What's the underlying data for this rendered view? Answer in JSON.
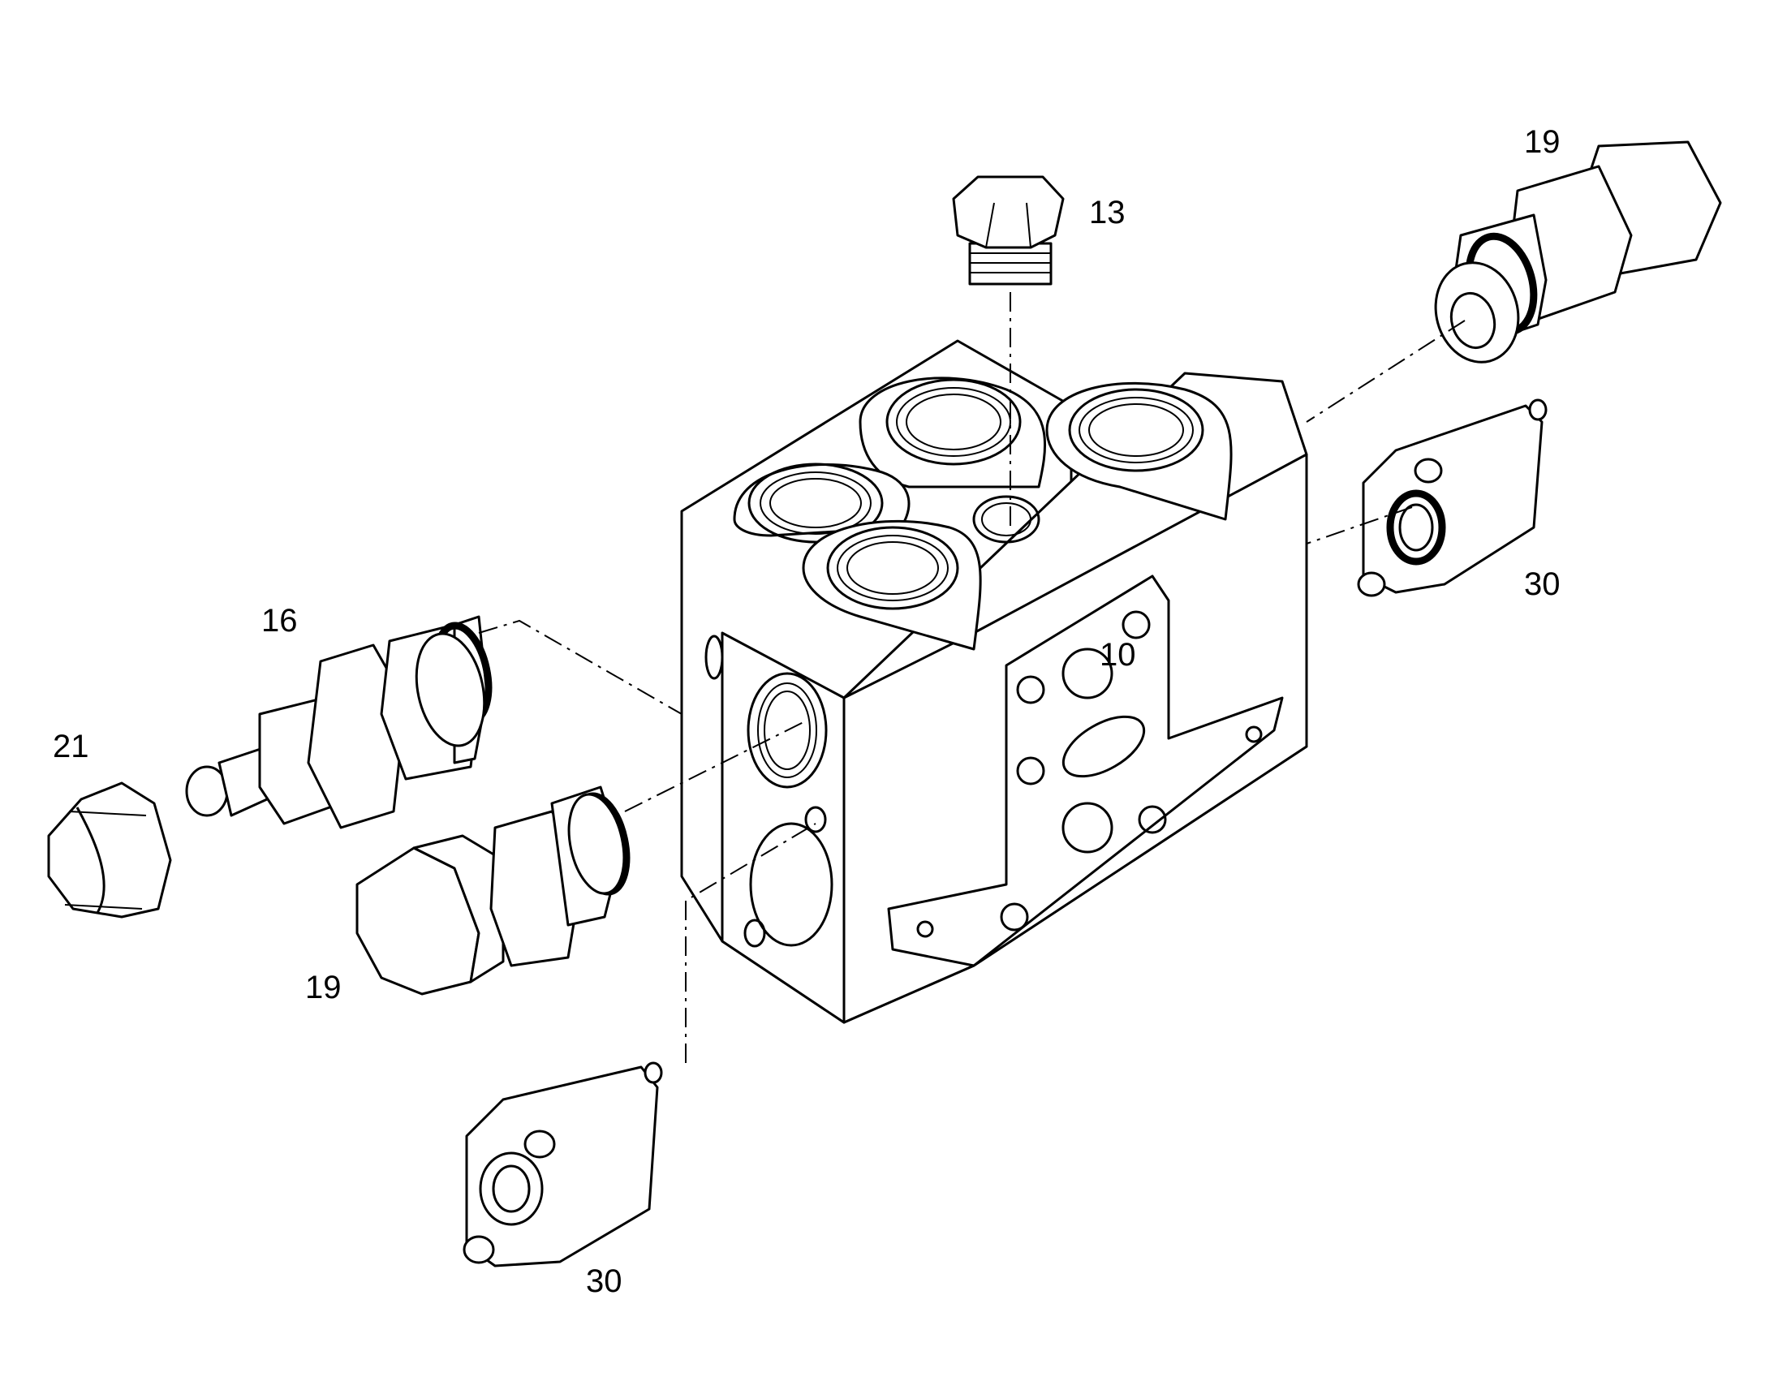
{
  "labels": {
    "valve_body": "10",
    "plug": "13",
    "relief_valve_16": "16",
    "valve_19_top": "19",
    "valve_19_bottom": "19",
    "cap_21": "21",
    "cover_30_right": "30",
    "cover_30_bottom": "30"
  }
}
